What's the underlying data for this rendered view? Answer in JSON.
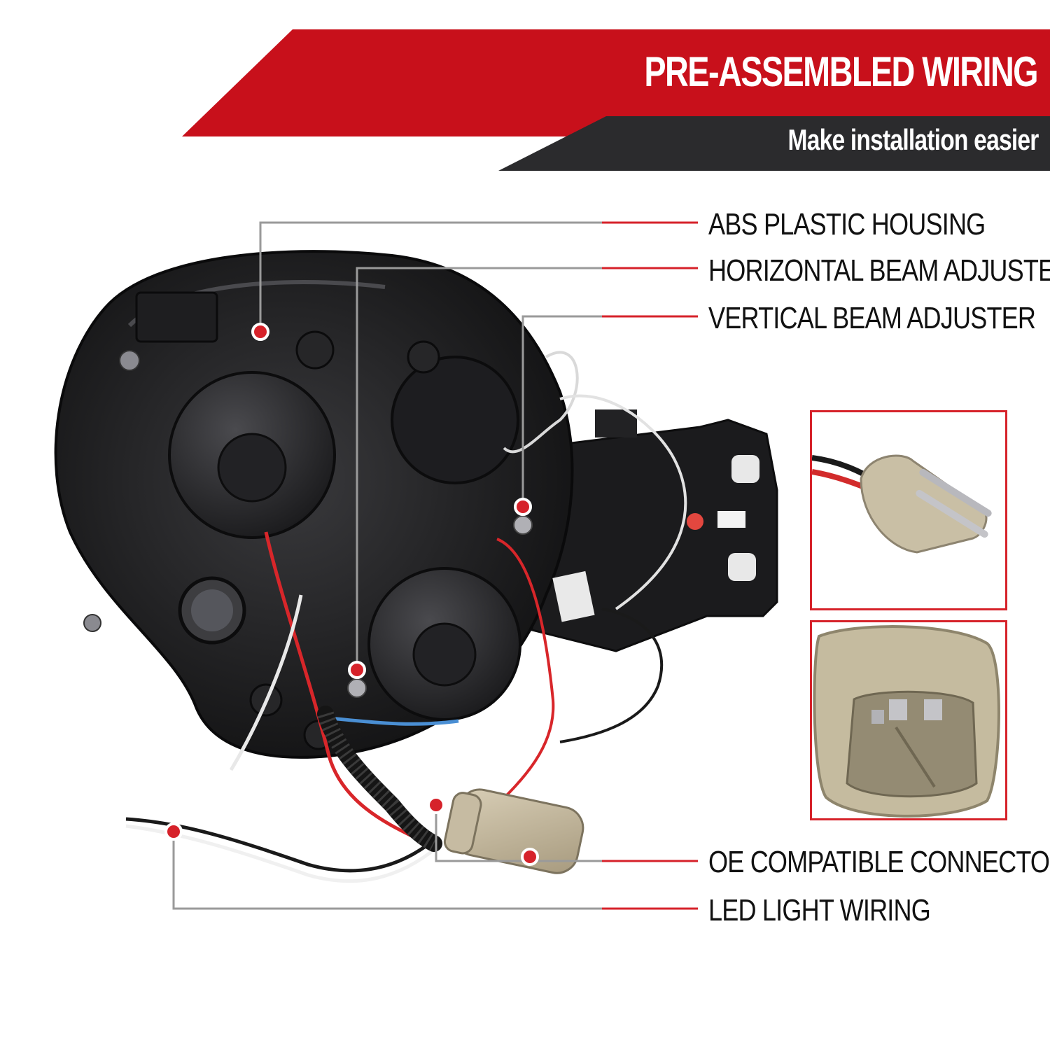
{
  "banner": {
    "title": "PRE-ASSEMBLED WIRING",
    "subtitle": "Make installation easier",
    "colors": {
      "red": "#c8101b",
      "dark": "#2b2b2d"
    }
  },
  "callouts": [
    {
      "label": "ABS PLASTIC HOUSING"
    },
    {
      "label": "HORIZONTAL BEAM ADJUSTER"
    },
    {
      "label": "VERTICAL BEAM ADJUSTER"
    },
    {
      "label": "OE COMPATIBLE CONNECTORS"
    },
    {
      "label": "LED LIGHT WIRING"
    }
  ],
  "colors": {
    "accent": "#d6222a",
    "leader": "#9a9a9a",
    "housing": "#1c1c1e"
  },
  "insets": [
    {
      "name": "bulb-socket-closeup"
    },
    {
      "name": "oe-connector-closeup"
    }
  ]
}
